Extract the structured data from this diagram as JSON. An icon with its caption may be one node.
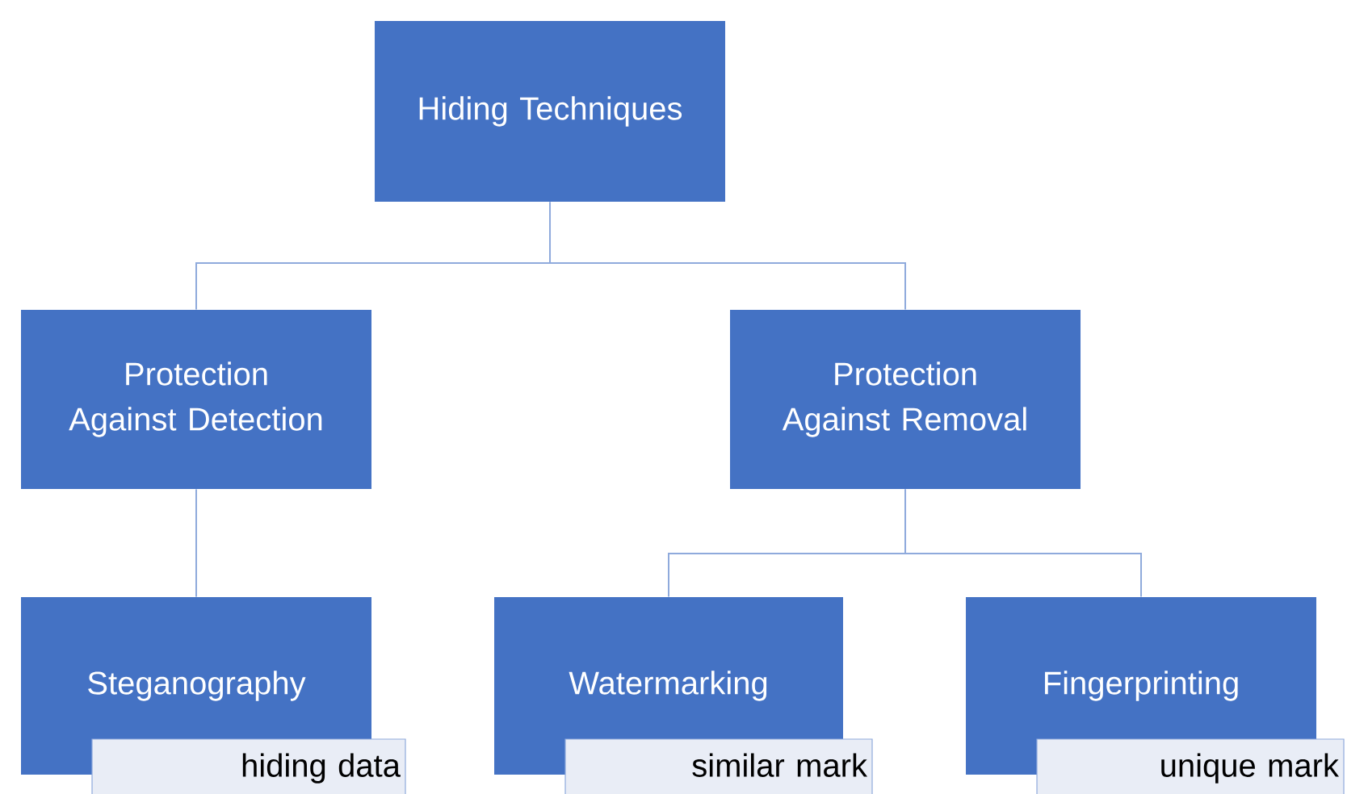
{
  "diagram": {
    "nodes": [
      {
        "text": [
          "Hiding Techniques"
        ]
      },
      {
        "text": [
          "Protection Against Detection"
        ]
      },
      {
        "text": [
          "Protection Against Removal"
        ]
      },
      {
        "text": [
          "Steganography"
        ]
      },
      {
        "text": [
          "Watermarking"
        ]
      },
      {
        "text": [
          "Fingerprinting"
        ]
      },
      {
        "text": [
          "hiding data"
        ]
      },
      {
        "text": [
          "similar mark"
        ]
      },
      {
        "text": [
          "unique mark"
        ]
      }
    ],
    "edges": [
      {
        "from": 0,
        "to": 1,
        "arrow": "none"
      },
      {
        "from": 0,
        "to": 2,
        "arrow": "none"
      },
      {
        "from": 1,
        "to": 3,
        "arrow": "none"
      },
      {
        "from": 2,
        "to": 4,
        "arrow": "none"
      },
      {
        "from": 2,
        "to": 5,
        "arrow": "none"
      }
    ]
  }
}
